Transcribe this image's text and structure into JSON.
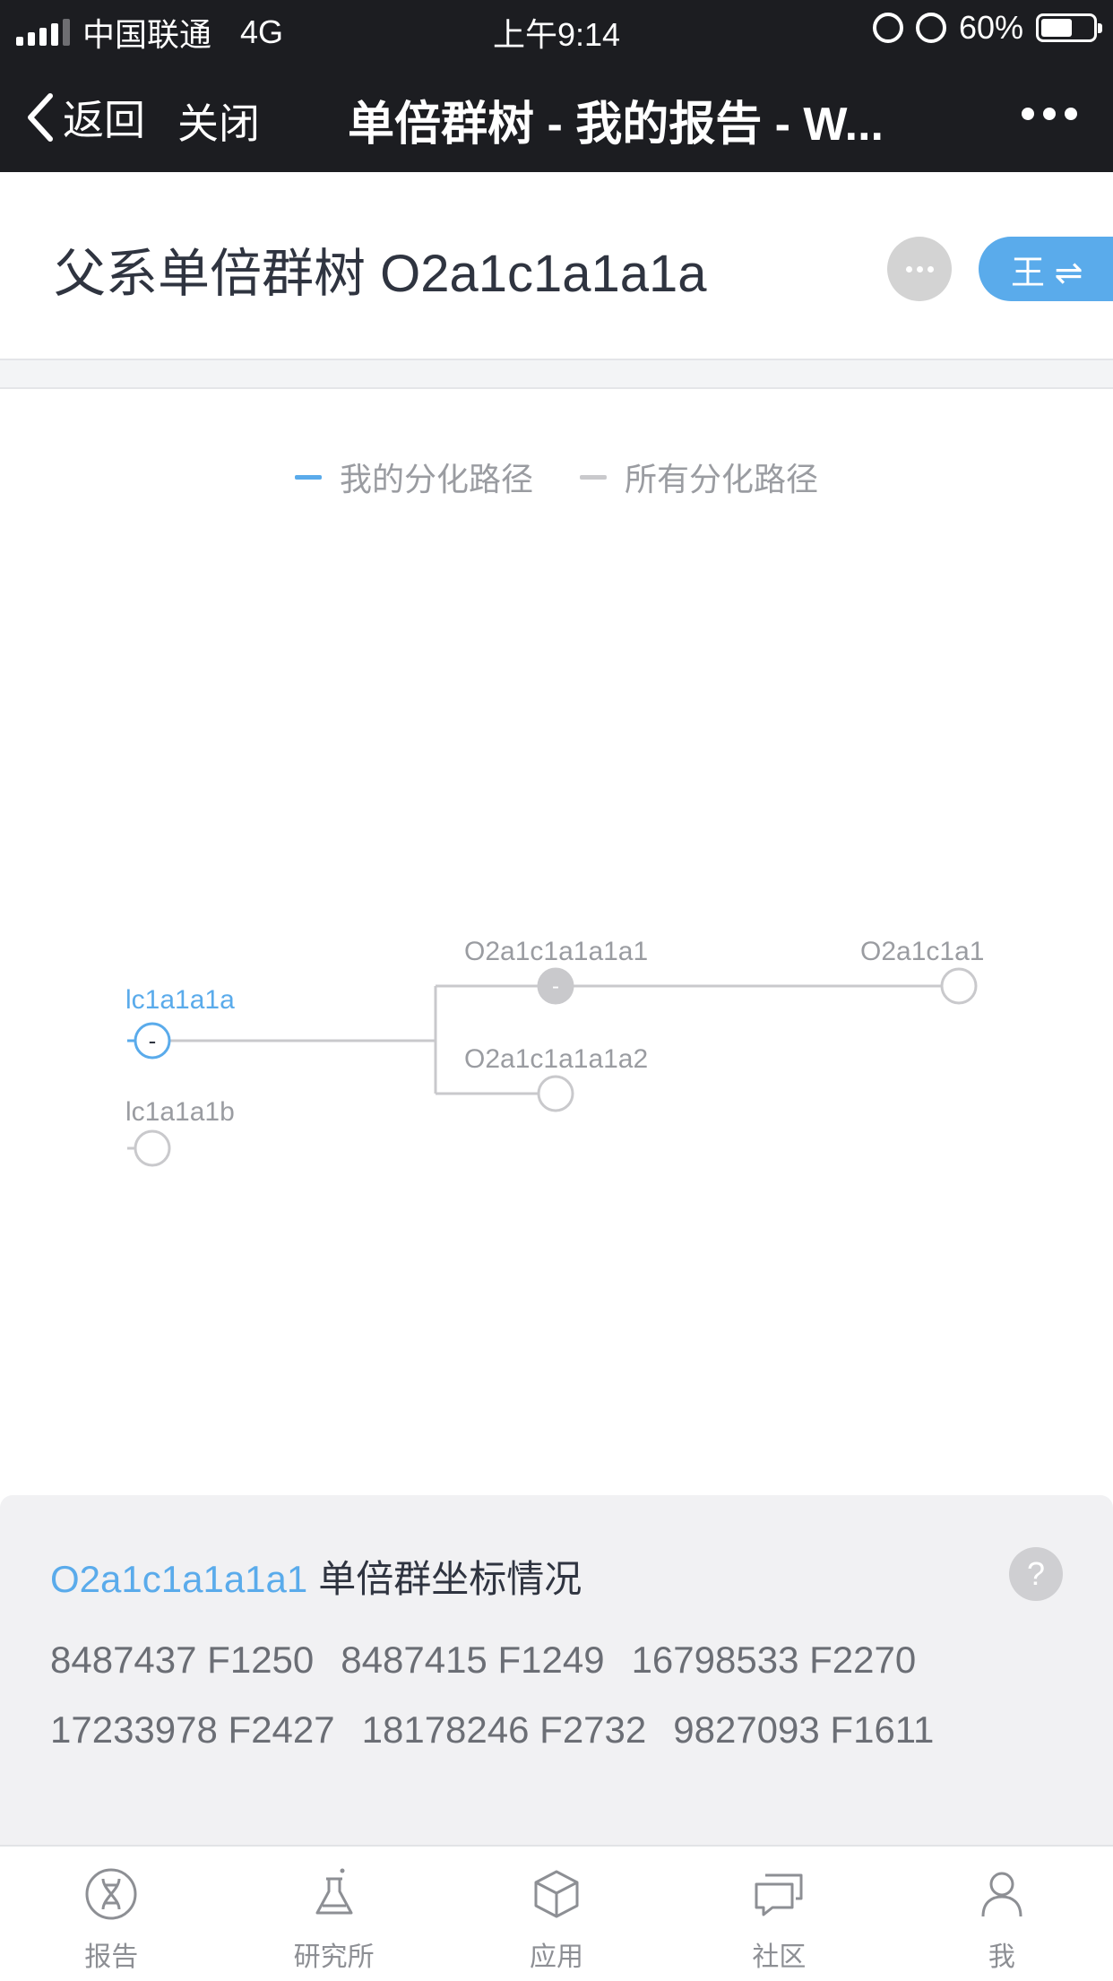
{
  "status_bar": {
    "carrier": "中国联通",
    "network": "4G",
    "time": "上午9:14",
    "battery": "60%",
    "battery_level": 0.6
  },
  "nav": {
    "back_label": "返回",
    "close_label": "关闭",
    "title": "单倍群树 - 我的报告 - W..."
  },
  "header": {
    "title": "父系单倍群树 O2a1c1a1a1a",
    "toggle_label": "王 ⇌"
  },
  "legend": {
    "mine": {
      "label": "我的分化路径",
      "color": "#5aabeb"
    },
    "all": {
      "label": "所有分化路径",
      "color": "#c9c9cc"
    }
  },
  "tree": {
    "nodes": {
      "current": {
        "label": "lc1a1a1a",
        "symbol": "-"
      },
      "sibling": {
        "label": "lc1a1a1b"
      },
      "child1": {
        "label": "O2a1c1a1a1a1",
        "symbol": "-"
      },
      "child2": {
        "label": "O2a1c1a1a1a2"
      },
      "grandchild": {
        "label": "O2a1c1a1"
      }
    }
  },
  "info": {
    "haplogroup": "O2a1c1a1a1a1",
    "title_suffix": "单倍群坐标情况",
    "help": "?",
    "coords": [
      "8487437 F1250",
      "8487415 F1249",
      "16798533 F2270",
      "17233978 F2427",
      "18178246 F2732",
      "9827093 F1611"
    ]
  },
  "tabs": [
    {
      "label": "报告",
      "icon": "dna-icon"
    },
    {
      "label": "研究所",
      "icon": "flask-icon"
    },
    {
      "label": "应用",
      "icon": "box-icon"
    },
    {
      "label": "社区",
      "icon": "chat-icon"
    },
    {
      "label": "我",
      "icon": "user-icon"
    }
  ]
}
